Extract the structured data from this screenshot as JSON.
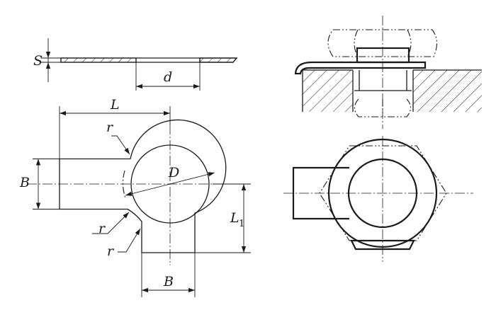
{
  "labels": {
    "S": "S",
    "d": "d",
    "L": "L",
    "r_top": "r",
    "B_left": "B",
    "D": "D",
    "L1_main": "L",
    "L1_sub": "1",
    "r_mid": "r",
    "r_low": "r",
    "B_bottom": "B"
  }
}
